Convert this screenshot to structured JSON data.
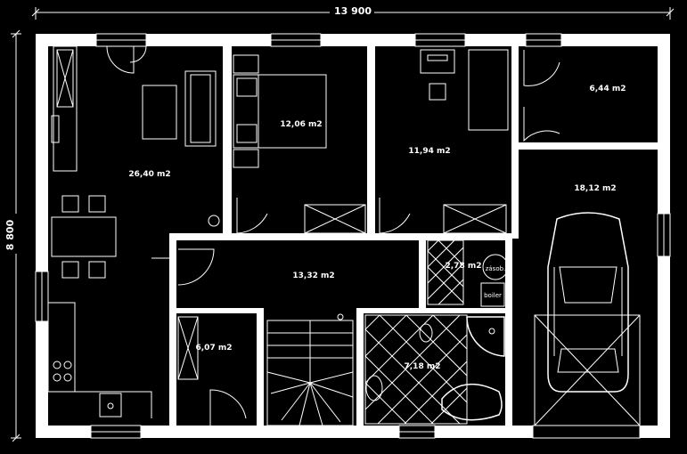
{
  "dimensions": {
    "width": "13 900",
    "height": "8 800"
  },
  "rooms": [
    {
      "id": "living",
      "area": "26,40 m2"
    },
    {
      "id": "bedroom",
      "area": "12,06 m2"
    },
    {
      "id": "room",
      "area": "11,94 m2"
    },
    {
      "id": "storage",
      "area": "6,44 m2"
    },
    {
      "id": "garage",
      "area": "18,12 m2"
    },
    {
      "id": "hall",
      "area": "13,32 m2"
    },
    {
      "id": "utility",
      "area": "2,78 m2"
    },
    {
      "id": "pantry",
      "area": "6,07 m2"
    },
    {
      "id": "bathroom",
      "area": "7,18 m2"
    }
  ],
  "fixtures": {
    "boiler": "boiler",
    "tank": "zásob."
  }
}
